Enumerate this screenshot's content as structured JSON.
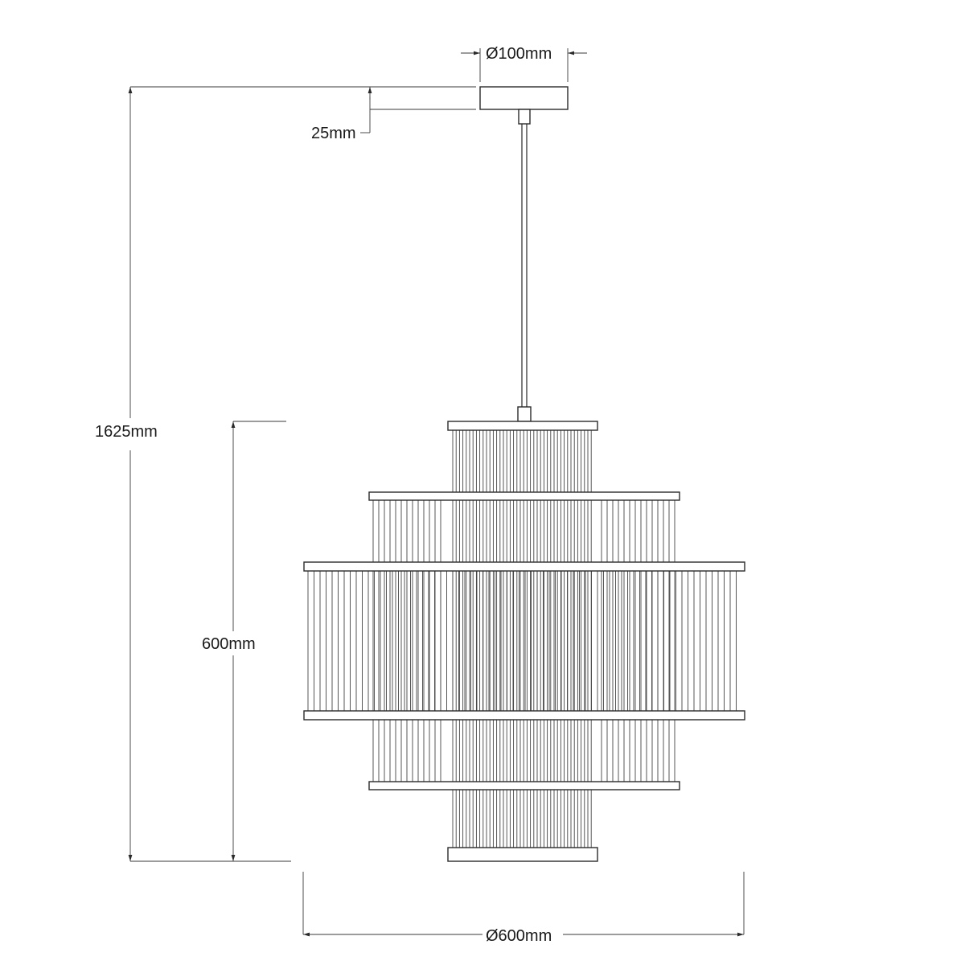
{
  "dimensions": {
    "canopy_diameter": "Ø100mm",
    "canopy_height": "25mm",
    "total_height": "1625mm",
    "shade_height": "600mm",
    "shade_diameter": "Ø600mm"
  },
  "colors": {
    "line": "#2a2a2a",
    "background": "#ffffff"
  }
}
